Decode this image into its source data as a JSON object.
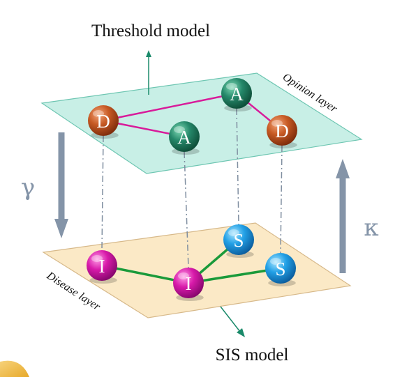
{
  "labels": {
    "top_model": "Threshold model",
    "bottom_model": "SIS model",
    "opinion_layer": "Opinion layer",
    "disease_layer": "Disease layer",
    "gamma": "γ",
    "kappa": "κ"
  },
  "colors": {
    "opinion_plane": "#c8efe6",
    "opinion_edge": "#6ec6b2",
    "disease_plane": "#fbe9c6",
    "disease_edge": "#d7b98a",
    "opinion_link": "#d81b9a",
    "disease_link": "#1a9a3a",
    "coupling_arrow": "#8494a8",
    "pointer_arrow": "#1a8a6a",
    "node_D": "#b4441a",
    "node_A": "#1f7a5a",
    "node_I": "#c8109c",
    "node_S": "#1a8fd8"
  },
  "opinion_nodes": [
    {
      "id": "o1",
      "letter": "D"
    },
    {
      "id": "o2",
      "letter": "A"
    },
    {
      "id": "o3",
      "letter": "A"
    },
    {
      "id": "o4",
      "letter": "D"
    }
  ],
  "disease_nodes": [
    {
      "id": "d1",
      "letter": "I"
    },
    {
      "id": "d2",
      "letter": "I"
    },
    {
      "id": "d3",
      "letter": "S"
    },
    {
      "id": "d4",
      "letter": "S"
    }
  ],
  "opinion_edges": [
    [
      "o1",
      "o2"
    ],
    [
      "o1",
      "o3"
    ],
    [
      "o3",
      "o4"
    ]
  ],
  "disease_edges": [
    [
      "d1",
      "d2"
    ],
    [
      "d2",
      "d3"
    ],
    [
      "d2",
      "d4"
    ]
  ],
  "interlayer_pairs": [
    [
      "o1",
      "d1"
    ],
    [
      "o2",
      "d2"
    ],
    [
      "o3",
      "d3"
    ],
    [
      "o4",
      "d4"
    ]
  ]
}
